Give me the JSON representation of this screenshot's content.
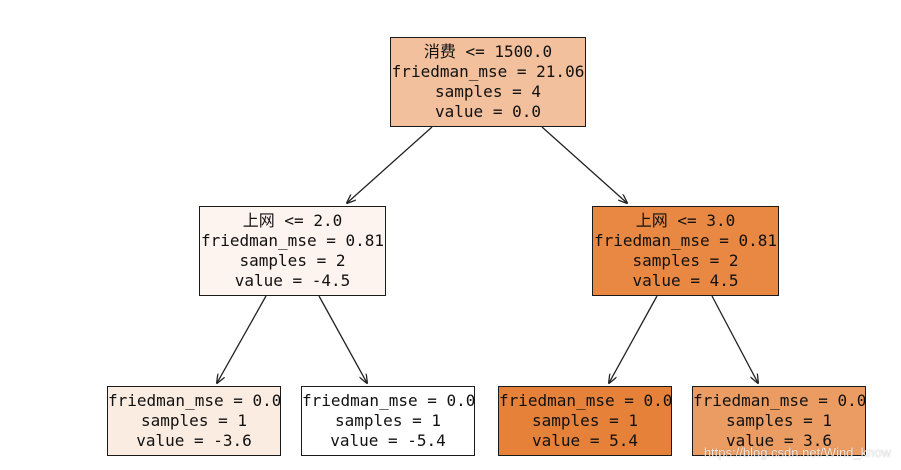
{
  "tree": {
    "nodes": [
      {
        "id": "root",
        "lines": [
          "消费 <= 1500.0",
          "friedman_mse = 21.06",
          "samples = 4",
          "value = 0.0"
        ],
        "fill": "#f2c09c"
      },
      {
        "id": "left",
        "lines": [
          "上网 <= 2.0",
          "friedman_mse = 0.81",
          "samples = 2",
          "value = -4.5"
        ],
        "fill": "#fdf3ef"
      },
      {
        "id": "right",
        "lines": [
          "上网 <= 3.0",
          "friedman_mse = 0.81",
          "samples = 2",
          "value = 4.5"
        ],
        "fill": "#e88843"
      },
      {
        "id": "ll",
        "lines": [
          "friedman_mse = 0.0",
          "samples = 1",
          "value = -3.6"
        ],
        "fill": "#fbece1"
      },
      {
        "id": "lr",
        "lines": [
          "friedman_mse = 0.0",
          "samples = 1",
          "value = -5.4"
        ],
        "fill": "#ffffff"
      },
      {
        "id": "rl",
        "lines": [
          "friedman_mse = 0.0",
          "samples = 1",
          "value = 5.4"
        ],
        "fill": "#e58139"
      },
      {
        "id": "rr",
        "lines": [
          "friedman_mse = 0.0",
          "samples = 1",
          "value = 3.6"
        ],
        "fill": "#eb9c63"
      }
    ],
    "edges": [
      {
        "from": "root",
        "to": "left"
      },
      {
        "from": "root",
        "to": "right"
      },
      {
        "from": "left",
        "to": "ll"
      },
      {
        "from": "left",
        "to": "lr"
      },
      {
        "from": "right",
        "to": "rl"
      },
      {
        "from": "right",
        "to": "rr"
      }
    ]
  },
  "watermark": "https://blog.csdn.net/Wind_know"
}
